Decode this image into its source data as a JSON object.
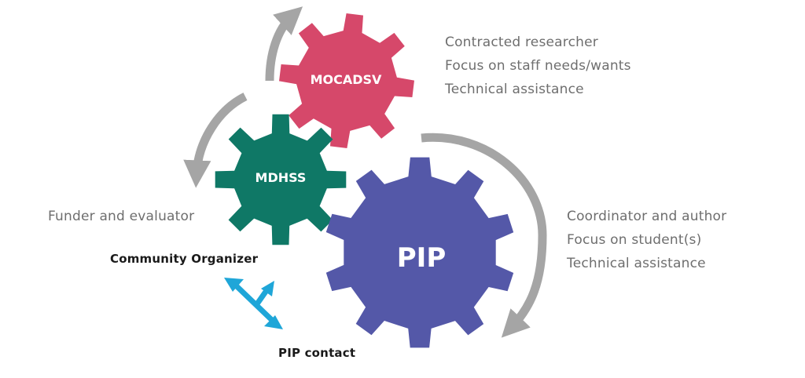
{
  "gears": {
    "mocadsv": {
      "label": "MOCADSV",
      "color": "#D6486A"
    },
    "mdhss": {
      "label": "MDHSS",
      "color": "#0F7866"
    },
    "pip": {
      "label": "PIP",
      "color": "#5458A8"
    }
  },
  "mocadsv_roles": [
    "Contracted researcher",
    "Focus on staff needs/wants",
    "Technical assistance"
  ],
  "mdhss_roles": [
    "Funder and evaluator"
  ],
  "pip_roles": [
    "Coordinator and author",
    "Focus on student(s)",
    "Technical assistance"
  ],
  "community_organizer": "Community Organizer",
  "pip_contact": "PIP contact",
  "colors": {
    "arrow_gray": "#A5A5A5",
    "arrow_blue": "#1FA6D8",
    "text_gray": "#6E6E6E"
  }
}
